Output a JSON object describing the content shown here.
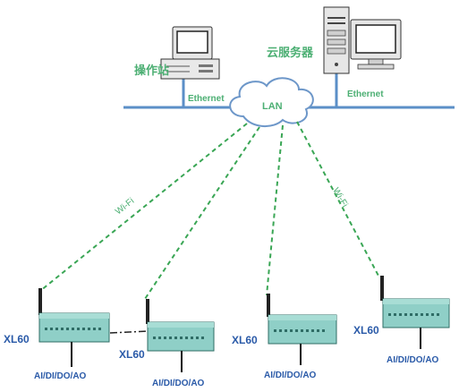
{
  "labels": {
    "operator_station": "操作站",
    "cloud_server": "云服务器",
    "ethernet_left": "Ethernet",
    "ethernet_right": "Ethernet",
    "lan": "LAN",
    "wifi_left": "Wi-Fi",
    "wifi_right": "Wi-Fi"
  },
  "devices": [
    {
      "name": "XL60",
      "io": "AI/DI/DO/AO"
    },
    {
      "name": "XL60",
      "io": "AI/DI/DO/AO"
    },
    {
      "name": "XL60",
      "io": "AI/DI/DO/AO"
    },
    {
      "name": "XL60",
      "io": "AI/DI/DO/AO"
    }
  ],
  "colors": {
    "bus_line": "#5b8fc7",
    "wifi_dash": "#3aa655",
    "device_body": "#8fcfc7",
    "label_green": "#4caf73",
    "label_blue": "#2a5aa8"
  }
}
